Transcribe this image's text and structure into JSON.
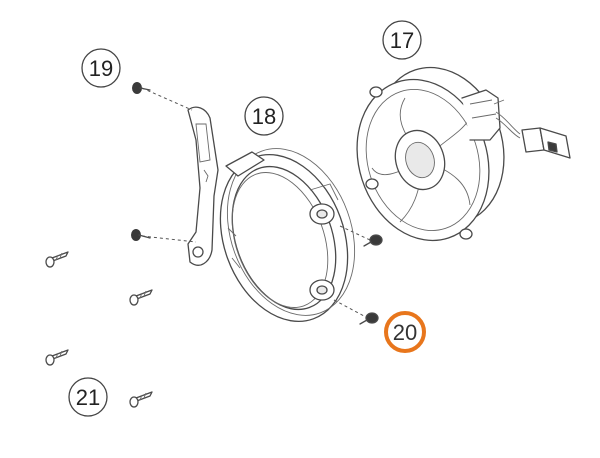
{
  "diagram": {
    "callouts": [
      {
        "id": "c17",
        "label": "17",
        "highlighted": false
      },
      {
        "id": "c18",
        "label": "18",
        "highlighted": false
      },
      {
        "id": "c19",
        "label": "19",
        "highlighted": false
      },
      {
        "id": "c20",
        "label": "20",
        "highlighted": true
      },
      {
        "id": "c21",
        "label": "21",
        "highlighted": false
      }
    ],
    "colors": {
      "highlight": "#e8761c",
      "line": "#4a4a4a",
      "text": "#222222"
    },
    "parts": {
      "fan": "fan-icon",
      "shroud": "fan-shroud-icon",
      "bracket": "mounting-bracket-icon",
      "screw": "screw-icon",
      "connector": "connector-plug-icon"
    }
  }
}
